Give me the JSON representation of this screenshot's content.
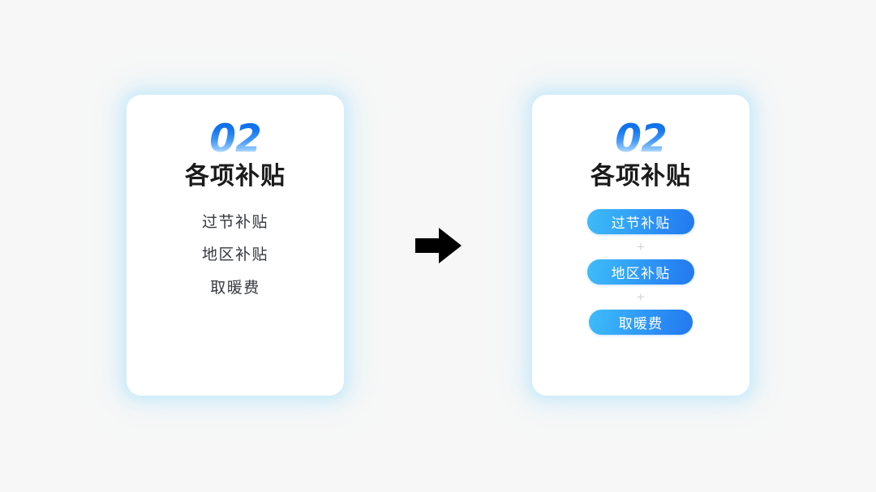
{
  "page": {
    "background_color": "#f7f7f7",
    "accent_color": "#2a8bf4"
  },
  "arrow": {
    "icon": "arrow-right-icon",
    "color": "#000000"
  },
  "cards": [
    {
      "id": "before",
      "step_number": "02",
      "title": "各项补贴",
      "style": "plain-text-list",
      "items": [
        {
          "label": "过节补贴"
        },
        {
          "label": "地区补贴"
        },
        {
          "label": "取暖费"
        }
      ]
    },
    {
      "id": "after",
      "step_number": "02",
      "title": "各项补贴",
      "style": "gradient-pill-list",
      "separator": "+",
      "items": [
        {
          "label": "过节补贴"
        },
        {
          "label": "地区补贴"
        },
        {
          "label": "取暖费"
        }
      ]
    }
  ]
}
